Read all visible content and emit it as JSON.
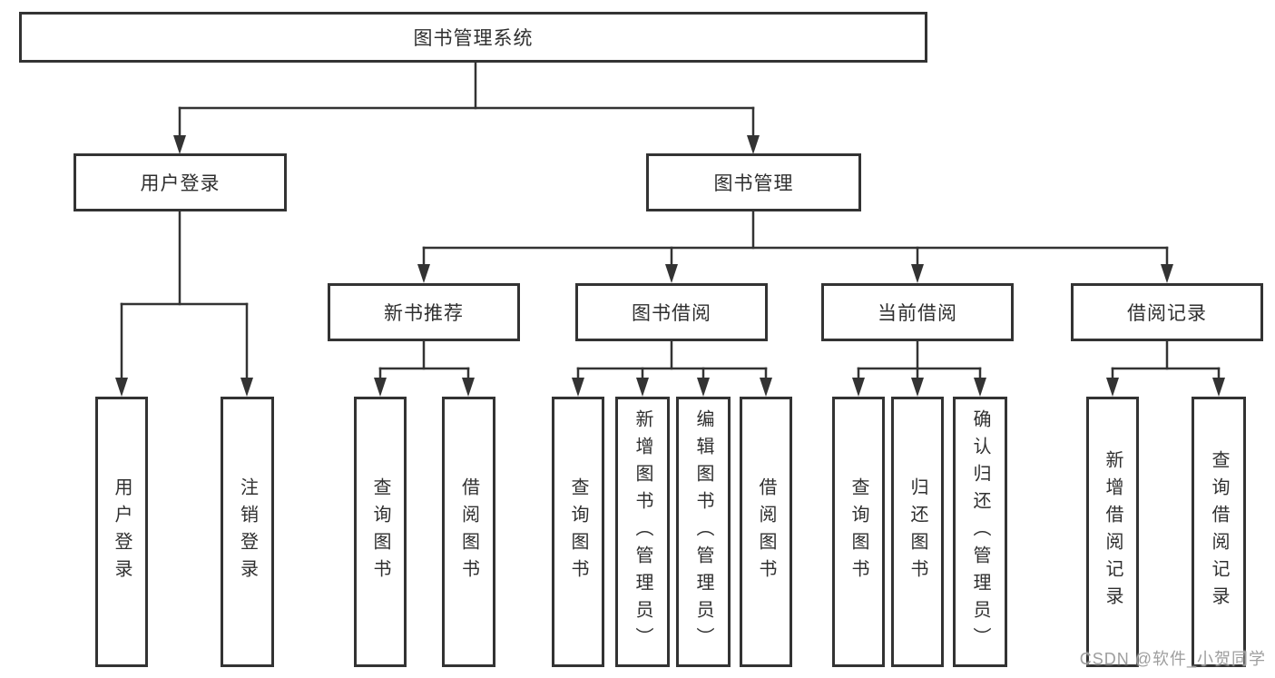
{
  "diagram": {
    "type": "hierarchy-tree",
    "root": {
      "label": "图书管理系统",
      "children": [
        {
          "label": "用户登录",
          "children": [
            {
              "label": "用户登录"
            },
            {
              "label": "注销登录"
            }
          ]
        },
        {
          "label": "图书管理",
          "children": [
            {
              "label": "新书推荐",
              "children": [
                {
                  "label": "查询图书"
                },
                {
                  "label": "借阅图书"
                }
              ]
            },
            {
              "label": "图书借阅",
              "children": [
                {
                  "label": "查询图书"
                },
                {
                  "label": "新增图书（管理员）"
                },
                {
                  "label": "编辑图书（管理员）"
                },
                {
                  "label": "借阅图书"
                }
              ]
            },
            {
              "label": "当前借阅",
              "children": [
                {
                  "label": "查询图书"
                },
                {
                  "label": "归还图书"
                },
                {
                  "label": "确认归还（管理员）"
                }
              ]
            },
            {
              "label": "借阅记录",
              "children": [
                {
                  "label": "新增借阅记录"
                },
                {
                  "label": "查询借阅记录"
                }
              ]
            }
          ]
        }
      ]
    }
  },
  "watermark": {
    "text": "CSDN @软件_小贺同学"
  },
  "colors": {
    "line": "#333333",
    "box_border": "#333333",
    "box_fill": "#ffffff",
    "text": "#2f2f2f",
    "background": "#ffffff",
    "watermark": "#9e9e9e"
  }
}
